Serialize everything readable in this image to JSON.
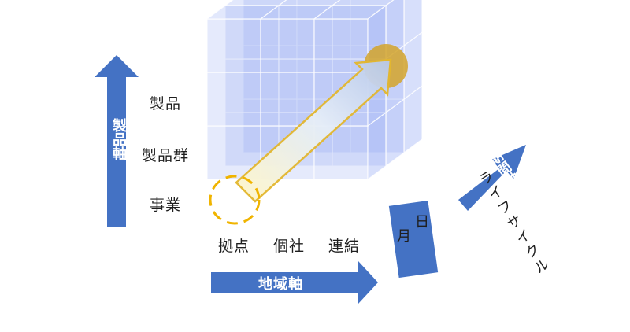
{
  "vertical_axis": {
    "title": "製品軸",
    "levels": [
      "製品",
      "製品群",
      "事業"
    ]
  },
  "horizontal_axis": {
    "title": "地域軸",
    "levels": [
      "拠点",
      "個社",
      "連結"
    ]
  },
  "depth_axis": {
    "title": "期間軸",
    "levels": [
      "月",
      "日",
      "ライフサイクル"
    ]
  },
  "colors": {
    "arrow_blue": "#4472c4",
    "cube_fill": "#7b95f2",
    "highlight_gold": "#d4a52a",
    "highlight_dash": "#f0b400"
  }
}
